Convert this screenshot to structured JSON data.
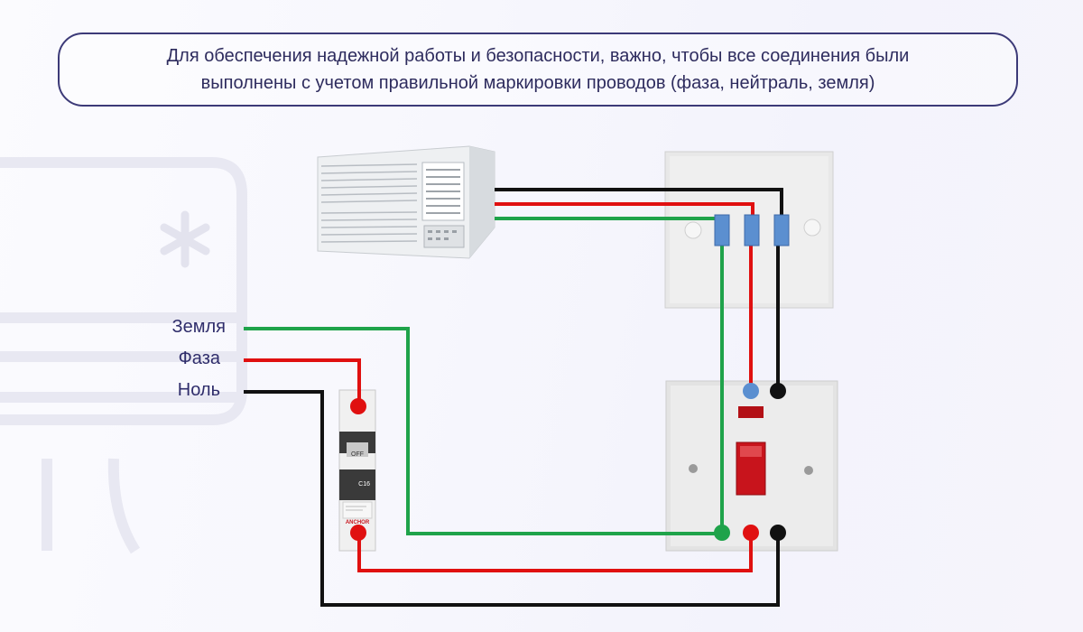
{
  "caption": {
    "line1": "Для обеспечения надежной работы и безопасности, важно, чтобы все соединения были",
    "line2": "выполнены с учетом правильной маркировки проводов (фаза, нейтраль, земля)"
  },
  "wire_labels": {
    "earth": "Земля",
    "phase": "Фаза",
    "neutral": "Ноль"
  },
  "breaker": {
    "state_label": "OFF",
    "rating_label": "C16",
    "brand_label": "ANCHOR"
  },
  "colors": {
    "earth_wire": "#1fa34a",
    "phase_wire": "#e01010",
    "neutral_wire": "#111111",
    "terminal_blue": "#5b8fd0",
    "switch_red": "#c8141c",
    "caption_border": "#3c3a78"
  }
}
